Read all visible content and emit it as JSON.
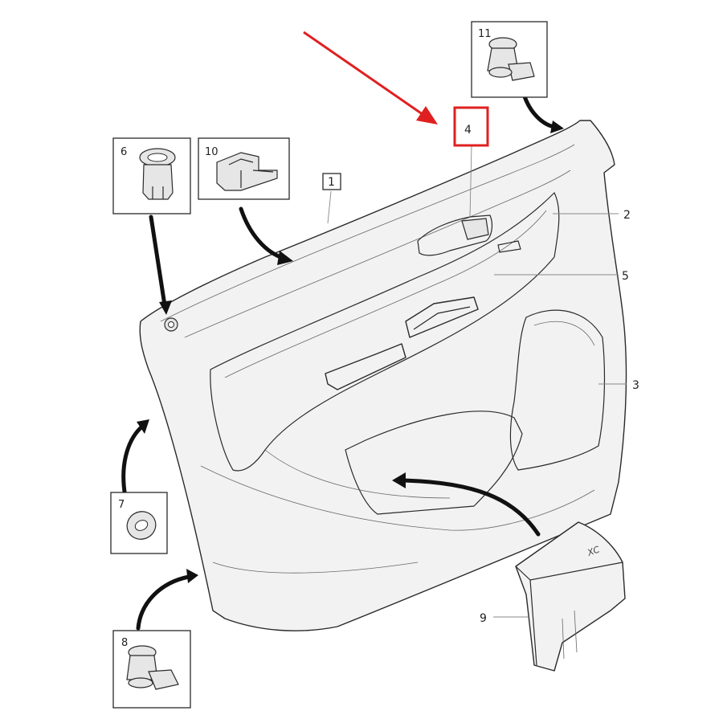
{
  "diagram": {
    "callouts": [
      {
        "id": "c1",
        "text": "1"
      },
      {
        "id": "c2",
        "text": "2"
      },
      {
        "id": "c3",
        "text": "3"
      },
      {
        "id": "c4",
        "text": "4"
      },
      {
        "id": "c5",
        "text": "5"
      },
      {
        "id": "c6",
        "text": "6"
      },
      {
        "id": "c7",
        "text": "7"
      },
      {
        "id": "c8",
        "text": "8"
      },
      {
        "id": "c9",
        "text": "9"
      },
      {
        "id": "c10",
        "text": "10"
      },
      {
        "id": "c11",
        "text": "11"
      }
    ],
    "storage_bin_marking": "XC",
    "highlight_color": "#e02020",
    "line_color": "#2a2a2a",
    "panel_fill": "#f2f2f2"
  }
}
